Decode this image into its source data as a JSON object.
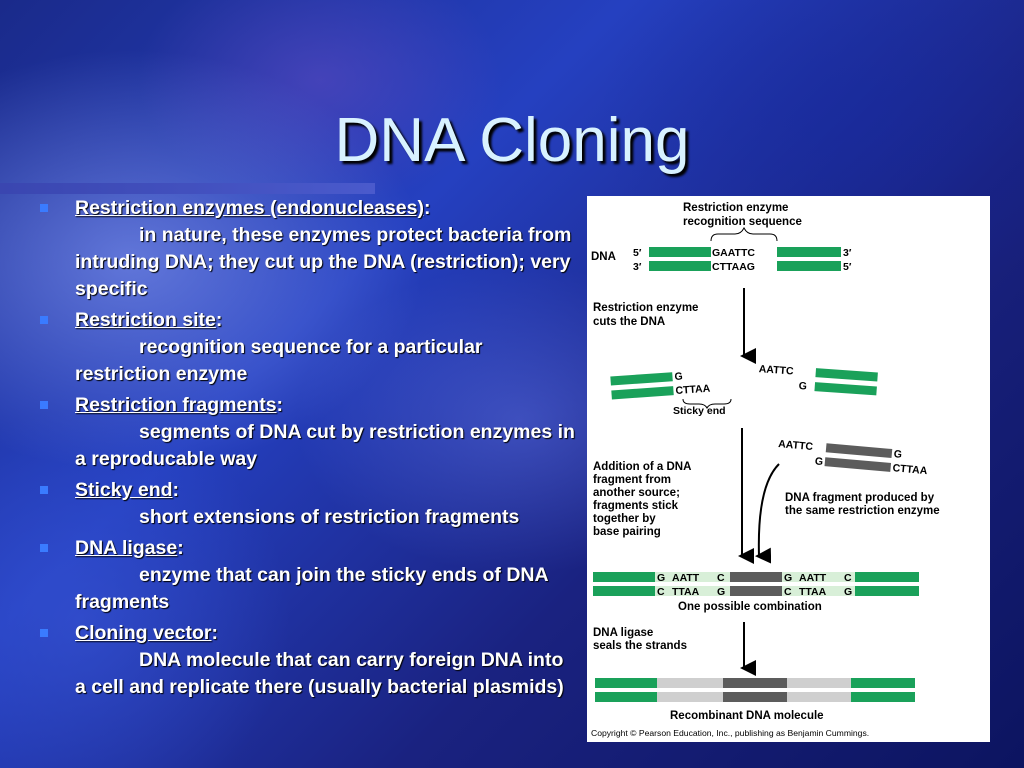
{
  "slide": {
    "title": "DNA Cloning",
    "bullets": [
      {
        "term": "Restriction enzymes (endonucleases)",
        "suffix": ":",
        "description": "in nature, these enzymes protect bacteria from intruding DNA; they cut up the DNA (restriction); very specific"
      },
      {
        "term": "Restriction site",
        "suffix": ":",
        "description": "recognition sequence for a particular restriction enzyme"
      },
      {
        "term": "Restriction fragments",
        "suffix": ":",
        "description": "segments of DNA cut by restriction enzymes in a reproducable way"
      },
      {
        "term": "Sticky end",
        "suffix": ":",
        "description": "short extensions of restriction fragments"
      },
      {
        "term": "DNA ligase",
        "suffix": ":",
        "description": "enzyme that can join the sticky ends of DNA fragments"
      },
      {
        "term": "Cloning vector",
        "suffix": ":",
        "description": "DNA molecule that can carry foreign DNA into a cell and replicate there (usually bacterial plasmids)"
      }
    ]
  },
  "figure": {
    "recognition_label_1": "Restriction enzyme",
    "recognition_label_2": "recognition sequence",
    "dna_label": "DNA",
    "prime5_top": "5′",
    "prime3_top": "3′",
    "prime3_bottom": "3′",
    "prime5_bottom": "5′",
    "seq_top": "GAATTC",
    "seq_bottom": "CTTAAG",
    "cut_label_1": "Restriction enzyme",
    "cut_label_2": "cuts the DNA",
    "left_frag_top": "G",
    "left_frag_bottom": "CTTAA",
    "right_frag_top": "AATTC",
    "right_frag_bottom": "G",
    "sticky_end_label": "Sticky end",
    "foreign_top": "AATTC",
    "foreign_top_right": "G",
    "foreign_bottom_left": "G",
    "foreign_bottom": "CTTAA",
    "addition_label": [
      "Addition of a DNA",
      "fragment from",
      "another source;",
      "fragments stick",
      "together by",
      "base pairing"
    ],
    "foreign_label": [
      "DNA fragment produced by",
      "the same restriction enzyme"
    ],
    "combo_top": [
      "G",
      "AATT",
      "C",
      "G",
      "AATT",
      "C"
    ],
    "combo_bottom": [
      "C",
      "TTAA",
      "G",
      "C",
      "TTAA",
      "G"
    ],
    "combination_label": "One possible combination",
    "ligase_label": [
      "DNA ligase",
      "seals the strands"
    ],
    "recombinant_label": "Recombinant DNA molecule",
    "copyright": "Copyright © Pearson Education, Inc., publishing as Benjamin Cummings.",
    "colors": {
      "green": "#1aa15a",
      "dark_gray": "#5c5c5c",
      "light_gray": "#cfcfcf"
    }
  }
}
